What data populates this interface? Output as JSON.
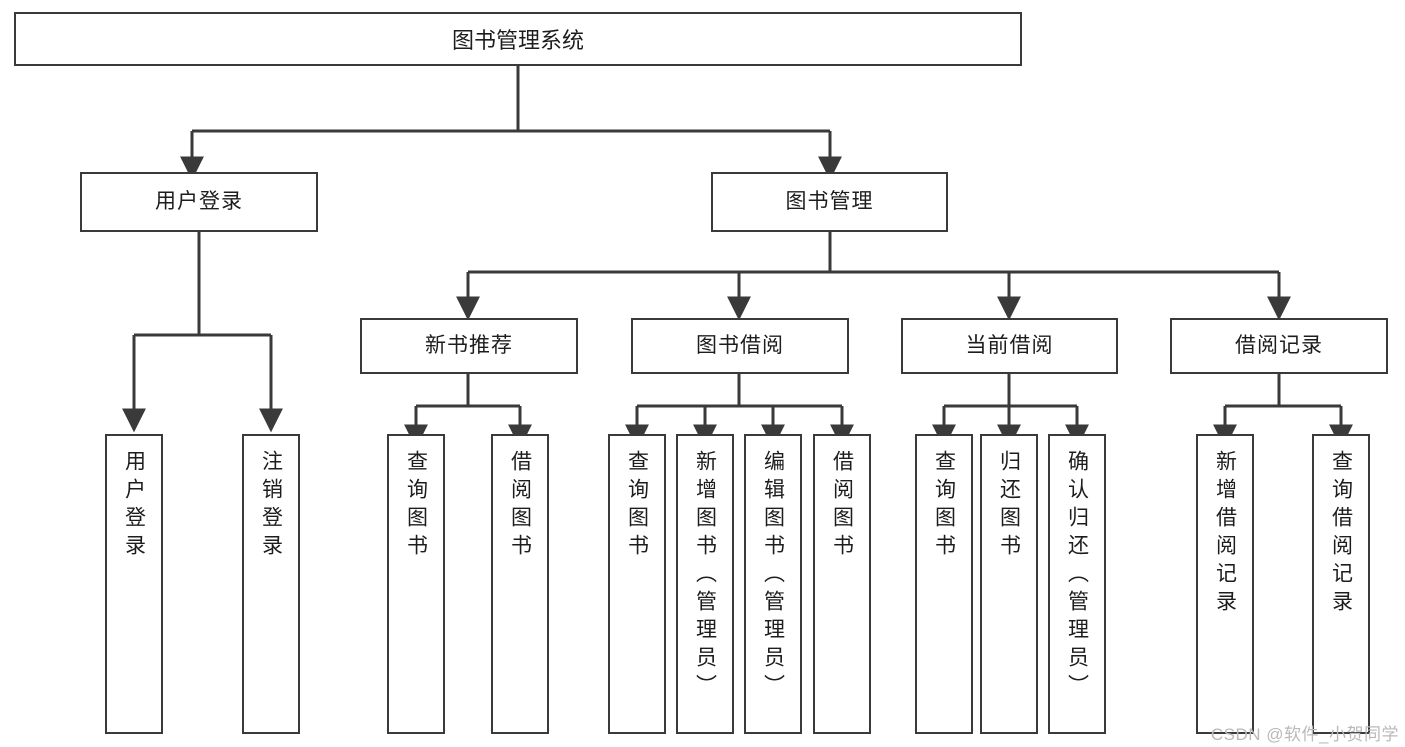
{
  "diagram": {
    "title": "图书管理系统",
    "type": "tree-hierarchy-diagram",
    "watermark": "CSDN @软件_小贺同学",
    "colors": {
      "box_border": "#3a3a3a",
      "box_fill": "#ffffff",
      "connector": "#3a3a3a",
      "text": "#1d1d1d",
      "watermark": "#b9b9b9",
      "background": "#ffffff"
    },
    "root": {
      "label": "图书管理系统"
    },
    "level1": [
      {
        "id": "user-login",
        "label": "用户登录"
      },
      {
        "id": "book-management",
        "label": "图书管理"
      }
    ],
    "level2": [
      {
        "id": "new-book-recommend",
        "label": "新书推荐",
        "parent": "book-management"
      },
      {
        "id": "book-borrow",
        "label": "图书借阅",
        "parent": "book-management"
      },
      {
        "id": "current-borrow",
        "label": "当前借阅",
        "parent": "book-management"
      },
      {
        "id": "borrow-record",
        "label": "借阅记录",
        "parent": "book-management"
      }
    ],
    "leaves": {
      "user-login": [
        {
          "id": "leaf-user-login",
          "label": "用户登录"
        },
        {
          "id": "leaf-logout",
          "label": "注销登录"
        }
      ],
      "new-book-recommend": [
        {
          "id": "leaf-query-book-1",
          "label": "查询图书"
        },
        {
          "id": "leaf-borrow-book-1",
          "label": "借阅图书"
        }
      ],
      "book-borrow": [
        {
          "id": "leaf-query-book-2",
          "label": "查询图书"
        },
        {
          "id": "leaf-add-book",
          "label": "新增图书（管理员）"
        },
        {
          "id": "leaf-edit-book",
          "label": "编辑图书（管理员）"
        },
        {
          "id": "leaf-borrow-book-2",
          "label": "借阅图书"
        }
      ],
      "current-borrow": [
        {
          "id": "leaf-query-book-3",
          "label": "查询图书"
        },
        {
          "id": "leaf-return-book",
          "label": "归还图书"
        },
        {
          "id": "leaf-confirm-return",
          "label": "确认归还（管理员）"
        }
      ],
      "borrow-record": [
        {
          "id": "leaf-add-record",
          "label": "新增借阅记录"
        },
        {
          "id": "leaf-query-record",
          "label": "查询借阅记录"
        }
      ]
    }
  }
}
